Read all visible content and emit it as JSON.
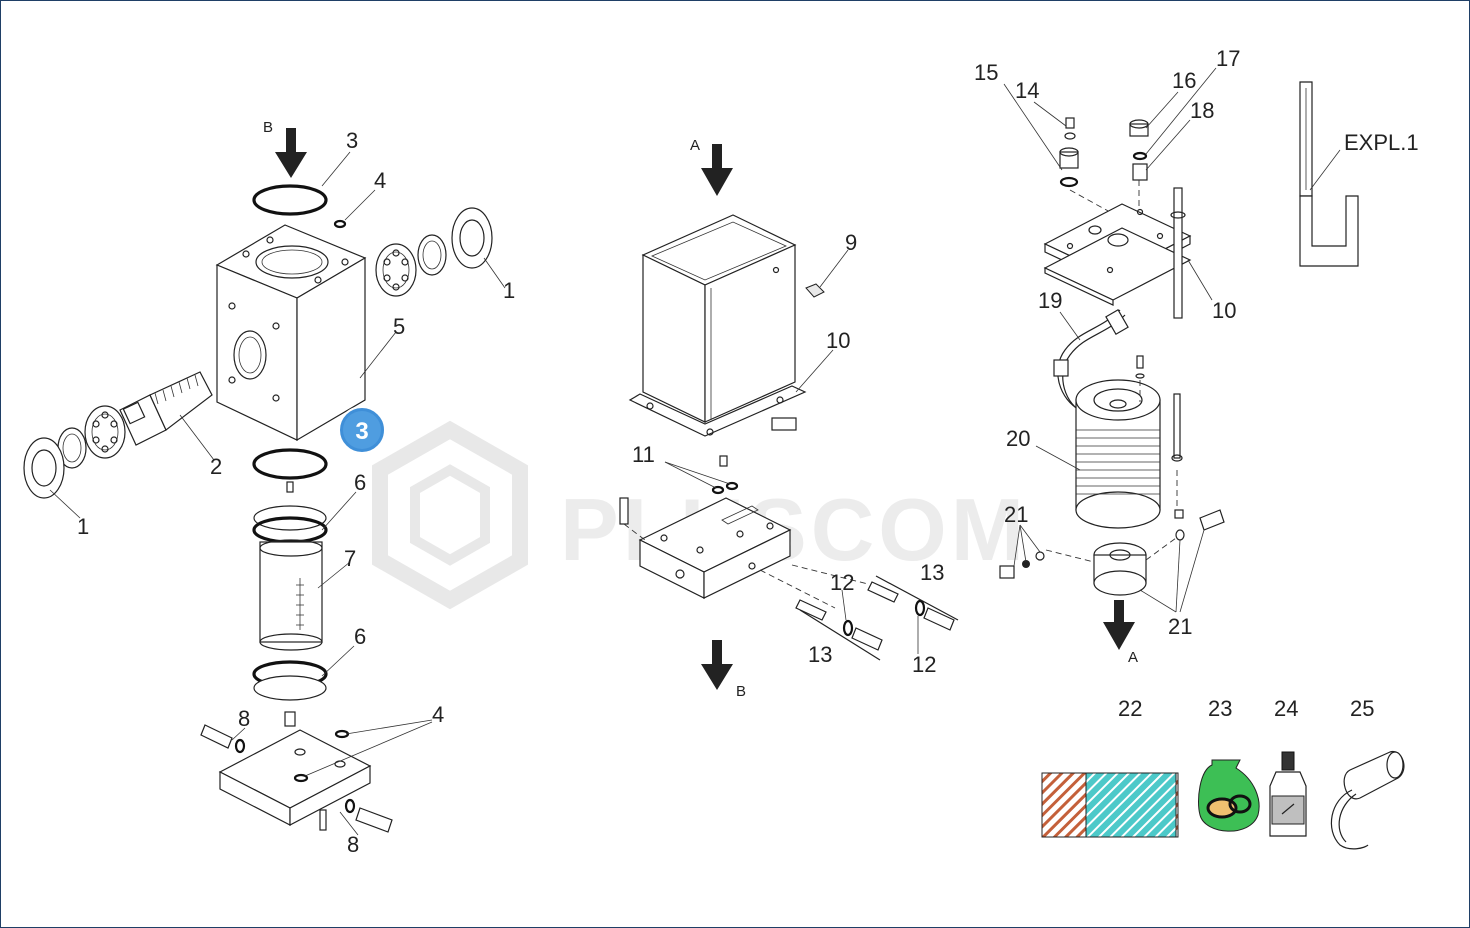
{
  "watermark": "PLUSCOM",
  "badge": "3",
  "labels": {
    "l1a": "1",
    "l1b": "1",
    "l2": "2",
    "l3": "3",
    "l4a": "4",
    "l4b": "4",
    "l5": "5",
    "l6a": "6",
    "l6b": "6",
    "l7": "7",
    "l8a": "8",
    "l8b": "8",
    "l9": "9",
    "l10a": "10",
    "l10b": "10",
    "l11": "11",
    "l12a": "12",
    "l12b": "12",
    "l13a": "13",
    "l13b": "13",
    "l14": "14",
    "l15": "15",
    "l16": "16",
    "l17": "17",
    "l18": "18",
    "l19": "19",
    "l20": "20",
    "l21a": "21",
    "l21b": "21",
    "l22": "22",
    "l23": "23",
    "l24": "24",
    "l25": "25",
    "expl": "EXPL.1",
    "arrowB1": "B",
    "arrowA1": "A",
    "arrowB2": "B",
    "arrowA2": "A"
  },
  "colors": {
    "frame": "#1f3f66",
    "badge": "#3f8fd8",
    "felt_brown": "#c4603a",
    "felt_cyan": "#4cc9c9",
    "bag_green": "#3dbf55"
  }
}
